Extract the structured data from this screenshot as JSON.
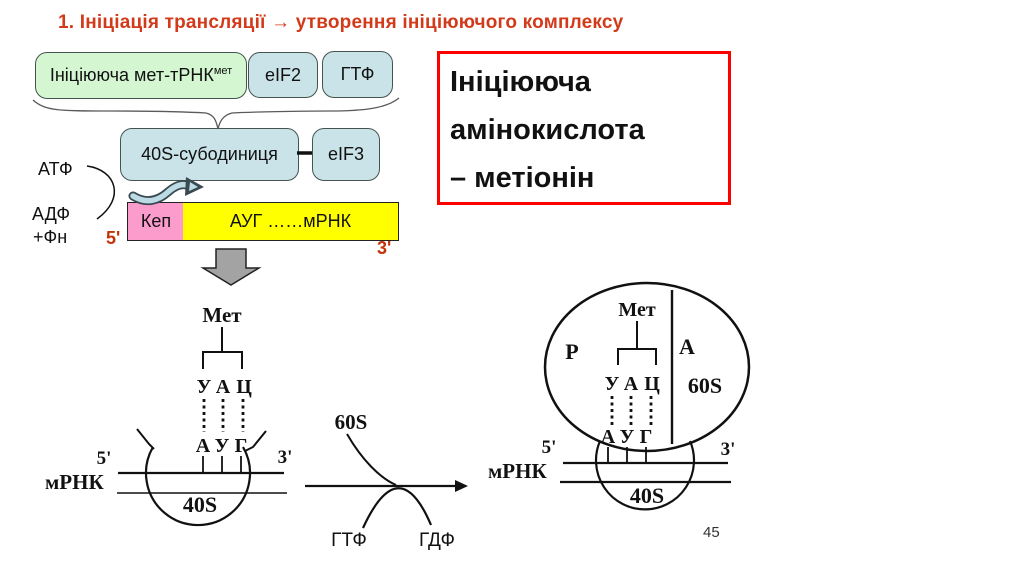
{
  "title": "1. Ініціація трансляції → утворення ініціюючого комплексу",
  "page_number": "45",
  "colors": {
    "title_red": "#d23a1a",
    "callout_border": "#ff0000",
    "prime_label": "#c5330a",
    "box_green": "#d4f7d1",
    "box_blue": "#c9e3e8",
    "box_pink": "#fb9ccd",
    "box_yellow": "#ffff00",
    "gray_arrow": "#a3a3a3"
  },
  "flowchart": {
    "trna_label": "Ініціююча мет-тРНК",
    "trna_sup": "мет",
    "eif2_label": "eIF2",
    "gtf_label": "ГТФ",
    "subunit40s_label": "40S-субодиниця",
    "eif3_label": "eIF3",
    "atp_label": "АТФ",
    "adp_label": "АДФ",
    "pi_label": "+Фн",
    "cap_label": "Кеп",
    "mrna_label": "АУГ ……мРНК",
    "five_prime": "5'",
    "three_prime": "3'"
  },
  "callout": {
    "line1": "Ініціююча",
    "line2": "амінокислота",
    "line3": "– метіонін"
  },
  "scheme_left": {
    "met": "Мет",
    "anticodon": [
      "У",
      "А",
      "Ц"
    ],
    "codon": [
      "А",
      "У",
      "Г"
    ],
    "five_prime": "5'",
    "three_prime": "3'",
    "mrna": "мРНК",
    "small_subunit": "40S"
  },
  "scheme_middle": {
    "large_subunit": "60S",
    "gtp": "ГТФ",
    "gdp": "ГДФ"
  },
  "scheme_right": {
    "met": "Мет",
    "p_site": "Р",
    "a_site": "А",
    "large_subunit": "60S",
    "anticodon": [
      "У",
      "А",
      "Ц"
    ],
    "codon": [
      "А",
      "У",
      "Г"
    ],
    "five_prime": "5'",
    "three_prime": "3'",
    "mrna": "мРНК",
    "small_subunit": "40S"
  }
}
